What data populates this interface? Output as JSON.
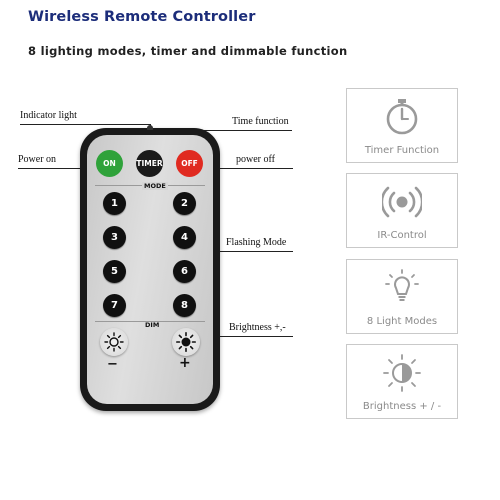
{
  "header": {
    "title": "Wireless Remote Controller",
    "subtitle": "8 lighting modes, timer and dimmable function"
  },
  "callouts": {
    "indicator": "Indicator light",
    "time_function": "Time function",
    "power_on": "Power on",
    "power_off": "power off",
    "flashing_mode": "Flashing Mode",
    "brightness": "Brightness +,-"
  },
  "remote": {
    "on_label": "ON",
    "timer_label": "TIMER",
    "off_label": "OFF",
    "mode_label": "MODE",
    "dim_label": "DIM",
    "minus_label": "−",
    "plus_label": "+",
    "mode_buttons": [
      "1",
      "2",
      "3",
      "4",
      "5",
      "6",
      "7",
      "8"
    ],
    "colors": {
      "on": "#2fa23a",
      "timer": "#1a1a1a",
      "off": "#e02a20"
    }
  },
  "features": [
    {
      "label": "Timer Function",
      "icon": "stopwatch-icon"
    },
    {
      "label": "IR-Control",
      "icon": "ir-signal-icon"
    },
    {
      "label": "8 Light Modes",
      "icon": "light-bulb-icon"
    },
    {
      "label": "Brightness  + / -",
      "icon": "brightness-icon"
    }
  ]
}
